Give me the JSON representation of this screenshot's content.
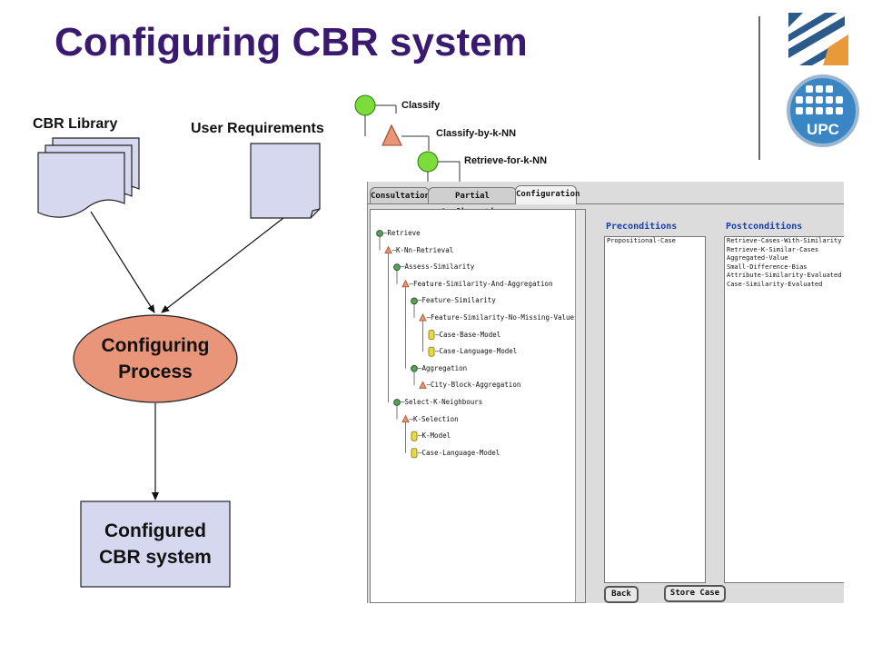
{
  "title": "Configuring CBR system",
  "diagram": {
    "cbr_library_label": "CBR Library",
    "user_requirements_label": "User Requirements",
    "process_line1": "Configuring",
    "process_line2": "Process",
    "result_line1": "Configured",
    "result_line2": "CBR system",
    "colors": {
      "ellipse_fill": "#e9957a",
      "doc_fill": "#d6d8ef",
      "title_color": "#3a1a6e"
    }
  },
  "hierarchy": {
    "classify": "Classify",
    "classify_by_knn": "Classify-by-k-NN",
    "retrieve_for_knn": "Retrieve-for-k-NN"
  },
  "app": {
    "tabs": [
      "Consultation",
      "Partial Configuration",
      "Configuration"
    ],
    "active_tab": "Configuration",
    "tree": [
      {
        "label": "Retrieve",
        "icon": "green-circle-icon"
      },
      {
        "label": "K-Nn-Retrieval",
        "icon": "orange-triangle-icon"
      },
      {
        "label": "Assess-Similarity",
        "icon": "green-circle-icon"
      },
      {
        "label": "Feature-Similarity-And-Aggregation",
        "icon": "orange-triangle-icon"
      },
      {
        "label": "Feature-Similarity",
        "icon": "green-circle-icon"
      },
      {
        "label": "Feature-Similarity-No-Missing-Values",
        "icon": "orange-triangle-icon"
      },
      {
        "label": "Case-Base-Model",
        "icon": "yellow-cylinder-icon"
      },
      {
        "label": "Case-Language-Model",
        "icon": "yellow-cylinder-icon"
      },
      {
        "label": "Aggregation",
        "icon": "green-circle-icon"
      },
      {
        "label": "City-Block-Aggregation",
        "icon": "orange-triangle-icon"
      },
      {
        "label": "Select-K-Neighbours",
        "icon": "green-circle-icon"
      },
      {
        "label": "K-Selection",
        "icon": "orange-triangle-icon"
      },
      {
        "label": "K-Model",
        "icon": "yellow-cylinder-icon"
      },
      {
        "label": "Case-Language-Model",
        "icon": "yellow-cylinder-icon"
      }
    ],
    "preconditions_header": "Preconditions",
    "postconditions_header": "Postconditions",
    "preconditions": [
      "Propositional-Case"
    ],
    "postconditions": [
      "Retrieve-Cases-With-Similarity",
      "Retrieve-K-Similar-Cases",
      "Aggregated-Value",
      "Small-Difference-Bias",
      "Attribute-Similarity-Evaluated",
      "Case-Similarity-Evaluated"
    ],
    "back_button": "Back",
    "store_button": "Store Case"
  },
  "logos": {
    "upc_text": "UPC"
  }
}
